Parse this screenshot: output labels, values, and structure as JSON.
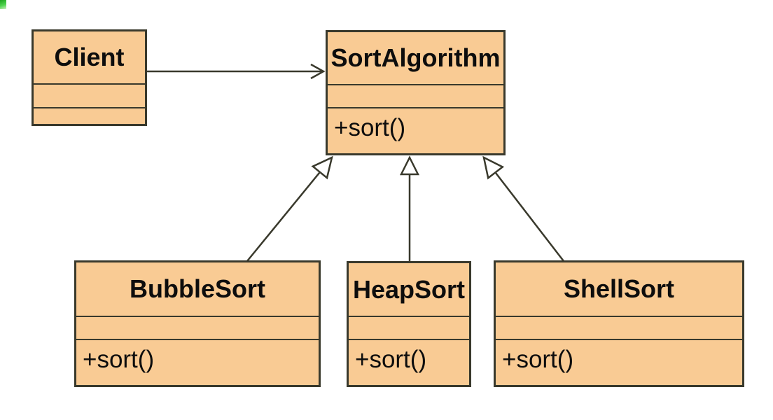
{
  "diagram": {
    "kind": "uml-class-diagram",
    "classes": [
      {
        "id": "client",
        "name": "Client",
        "attributes": "",
        "method": ""
      },
      {
        "id": "sortalgorithm",
        "name": "SortAlgorithm",
        "attributes": "",
        "method": "+sort()"
      },
      {
        "id": "bubblesort",
        "name": "BubbleSort",
        "attributes": "",
        "method": "+sort()"
      },
      {
        "id": "heapsort",
        "name": "HeapSort",
        "attributes": "",
        "method": "+sort()"
      },
      {
        "id": "shellsort",
        "name": "ShellSort",
        "attributes": "",
        "method": "+sort()"
      }
    ],
    "relationships": [
      {
        "from": "Client",
        "to": "SortAlgorithm",
        "type": "association",
        "arrowhead": "open"
      },
      {
        "from": "BubbleSort",
        "to": "SortAlgorithm",
        "type": "generalization",
        "arrowhead": "hollow-triangle"
      },
      {
        "from": "HeapSort",
        "to": "SortAlgorithm",
        "type": "generalization",
        "arrowhead": "hollow-triangle"
      },
      {
        "from": "ShellSort",
        "to": "SortAlgorithm",
        "type": "generalization",
        "arrowhead": "hollow-triangle"
      }
    ],
    "colors": {
      "class_fill": "#f9cb94",
      "class_border": "#39392c",
      "line": "#39392c",
      "text": "#0d0d0d",
      "background": "#ffffff",
      "corner_artifact_green": "#2db22d"
    }
  }
}
